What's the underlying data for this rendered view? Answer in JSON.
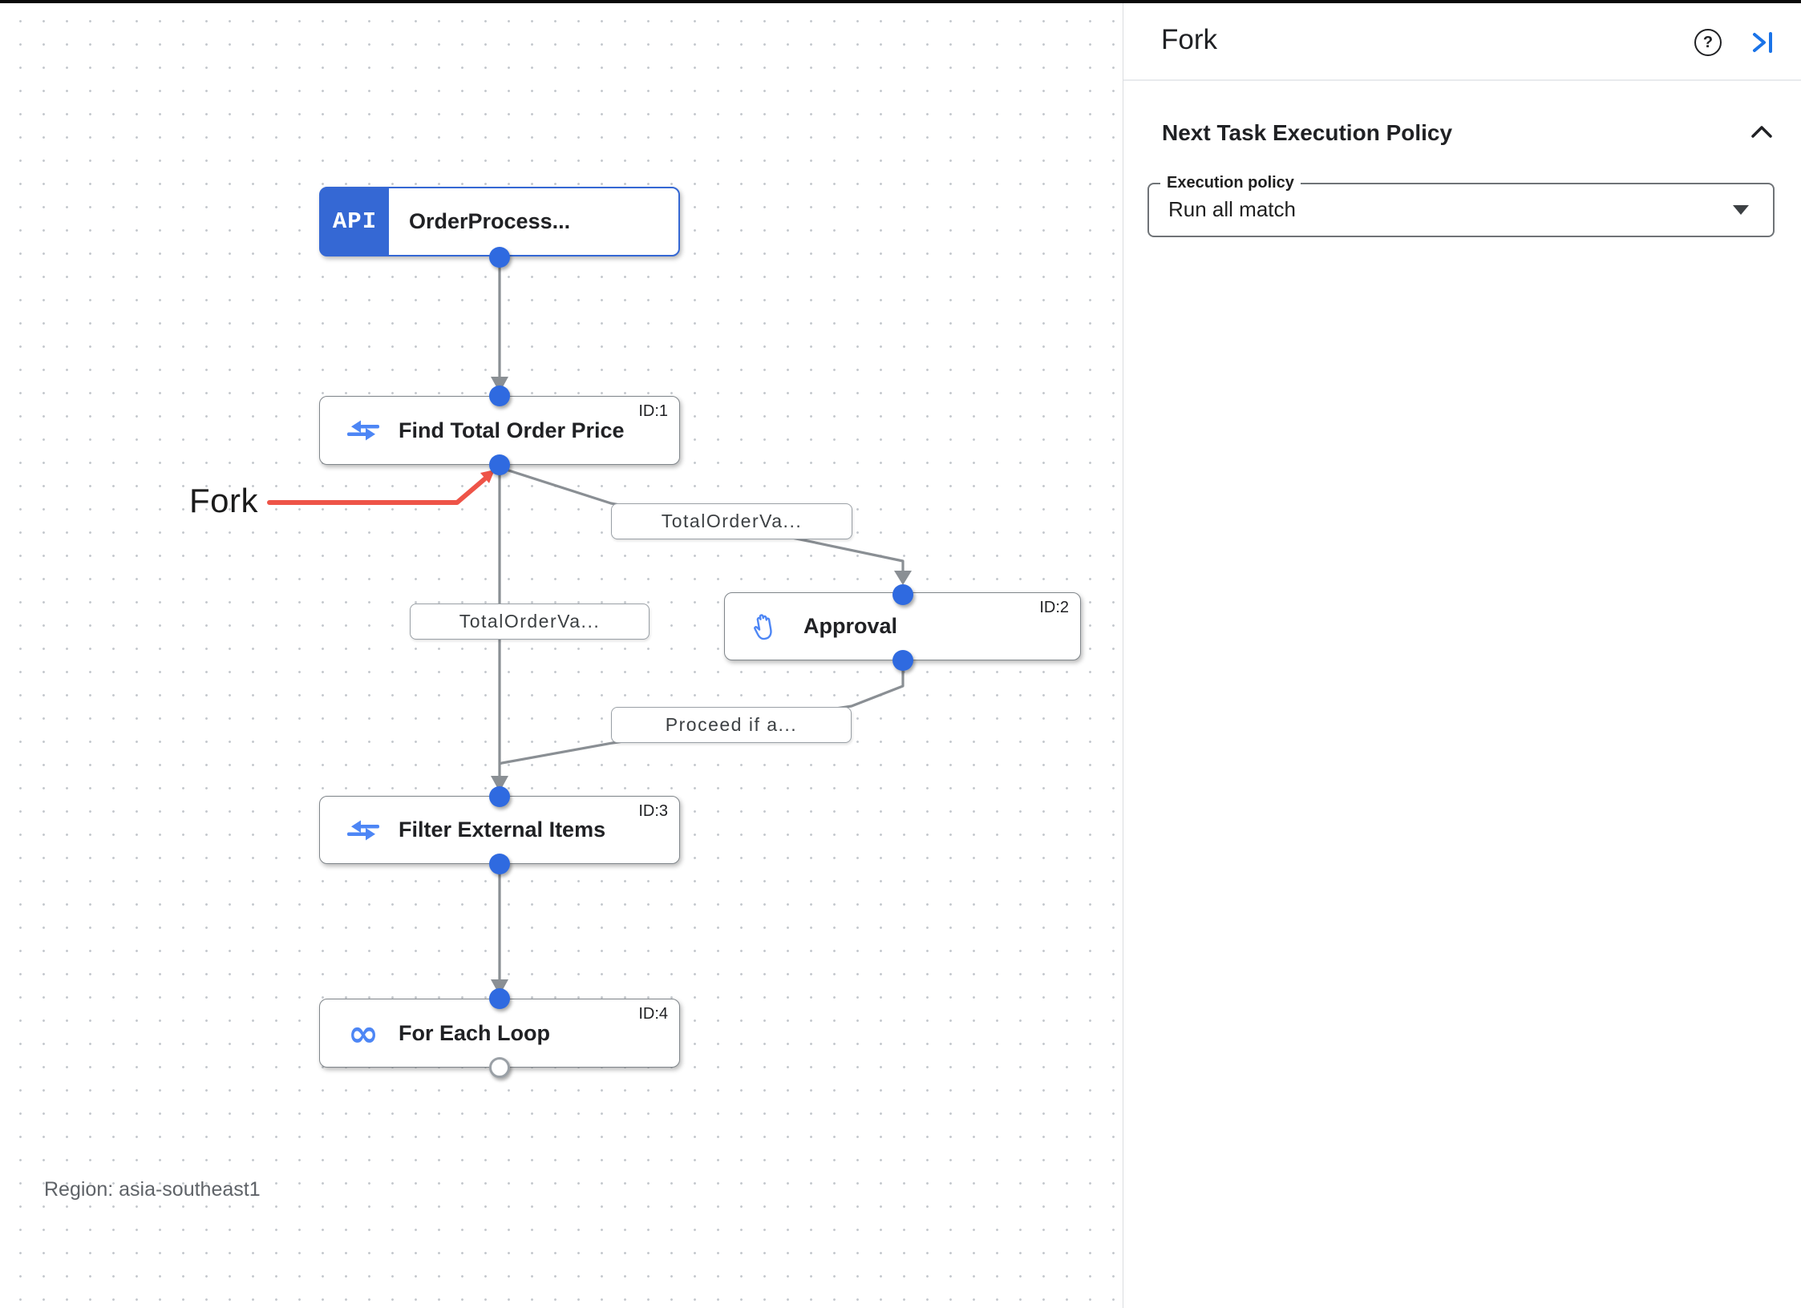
{
  "colors": {
    "accent_blue": "#1a73e8",
    "trigger_blue": "#3568d4",
    "icon_blue": "#4d86f5",
    "edge_gray": "#8a8f94",
    "fork_arrow_red": "#ee5448",
    "text_primary": "#202124",
    "text_secondary": "#5f6368"
  },
  "canvas": {
    "region_label": "Region: asia-southeast1",
    "fork_annotation": "Fork",
    "trigger": {
      "badge": "API",
      "title": "OrderProcess..."
    },
    "nodes": [
      {
        "id_label": "ID:1",
        "title": "Find Total Order Price",
        "icon": "data-mapping"
      },
      {
        "id_label": "ID:2",
        "title": "Approval",
        "icon": "approval-hand"
      },
      {
        "id_label": "ID:3",
        "title": "Filter External Items",
        "icon": "data-mapping"
      },
      {
        "id_label": "ID:4",
        "title": "For Each Loop",
        "icon": "for-each-loop",
        "icon_glyph": "∞"
      }
    ],
    "edge_labels": [
      {
        "text": "TotalOrderVa..."
      },
      {
        "text": "TotalOrderVa..."
      },
      {
        "text": "Proceed if a..."
      }
    ]
  },
  "panel": {
    "title": "Fork",
    "help_glyph": "?",
    "section": {
      "heading": "Next Task Execution Policy",
      "field_label": "Execution policy",
      "field_value": "Run all match"
    }
  }
}
